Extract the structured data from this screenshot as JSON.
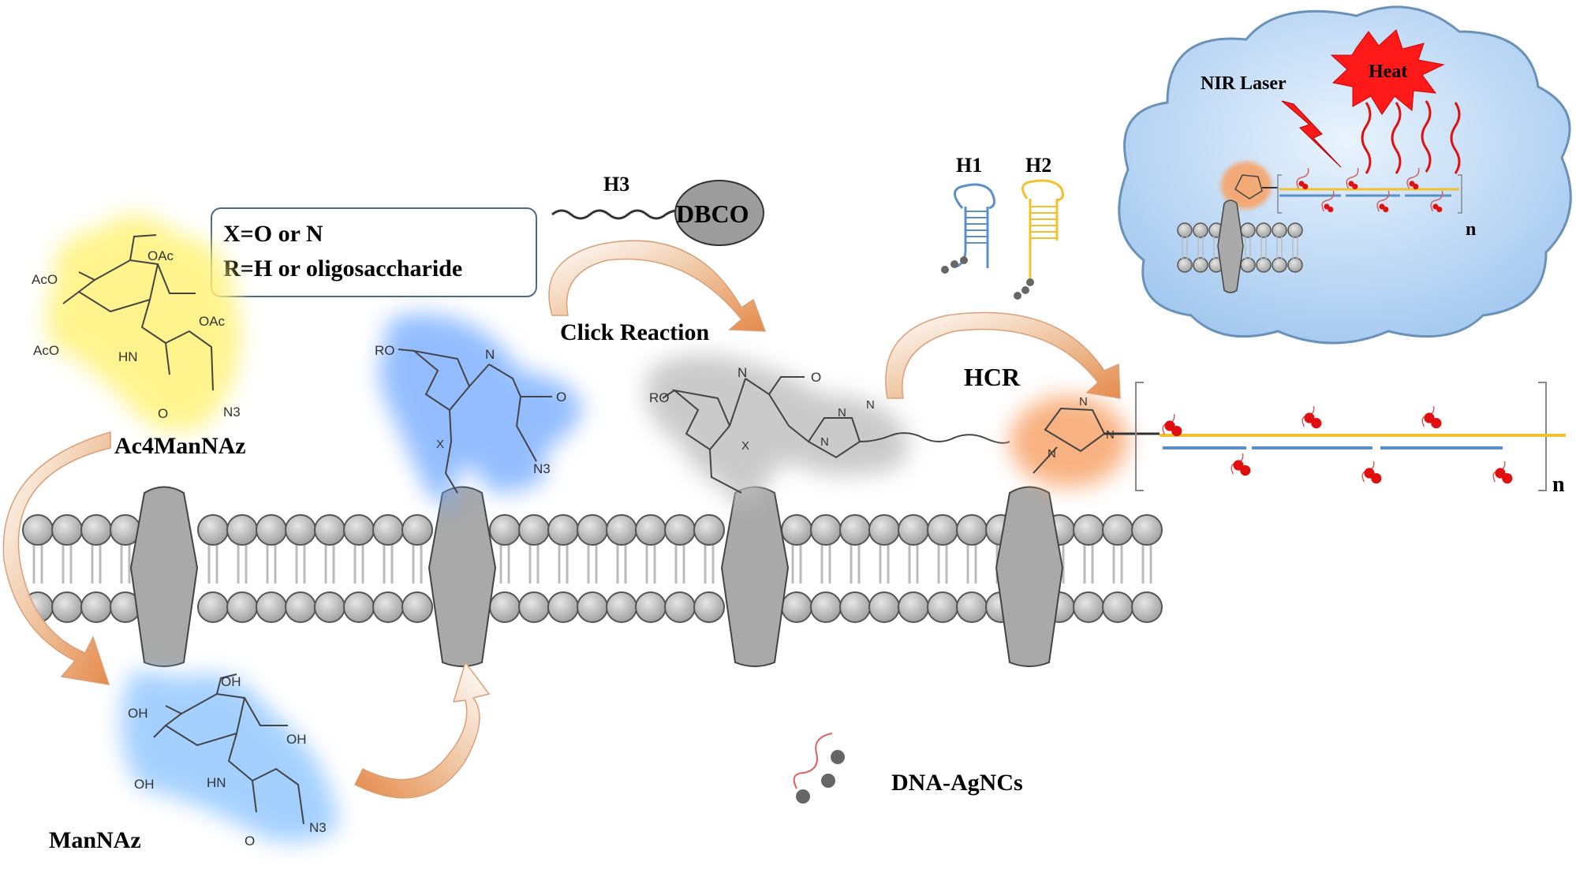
{
  "labels": {
    "x_def": "X=O or N",
    "r_def": "R=H or oligosaccharide",
    "h3": "H3",
    "dbco": "DBCO",
    "click_reaction": "Click Reaction",
    "h1": "H1",
    "h2": "H2",
    "hcr": "HCR",
    "n_main": "n",
    "n_cloud": "n",
    "nir_laser": "NIR Laser",
    "heat": "Heat",
    "ac4mannaz": "Ac4ManNAz",
    "mannaz": "ManNAz",
    "dna_agncs": "DNA-AgNCs"
  },
  "chem": {
    "oac_top": "OAc",
    "aco_left": "AcO",
    "oac_right": "OAc",
    "aco_bottom": "AcO",
    "nh_ac4": "HN",
    "o_ac4": "O",
    "n3_ac4": "N3",
    "oh_top": "OH",
    "oh_left": "OH",
    "oh_right": "OH",
    "oh_bottom": "OH",
    "nh_man": "HN",
    "o_man": "O",
    "n3_man": "N3",
    "ro_blue": "RO",
    "nh_blue": "N",
    "o_blue": "O",
    "x_blue": "X",
    "n3_blue": "N3",
    "ro_grey": "RO",
    "nh_grey": "N",
    "o_grey": "O",
    "x_grey": "X",
    "n_tri1": "N",
    "n_tri2": "N",
    "n_tri3": "N",
    "n_orange1": "N",
    "n_orange2": "N",
    "n_orange3": "N"
  },
  "colors": {
    "membrane": "#c0c0c0",
    "protein": "#a9a9a9",
    "yellow_glow": "#fff27a",
    "blue_glow": "#6fa8ff",
    "light_blue_glow": "#8ec5ff",
    "grey_glow": "#bdbdbd",
    "orange_glow": "#f7a46a",
    "strand_yellow": "#f2c12e",
    "strand_blue": "#5b8fc9",
    "cluster_red": "#e01010",
    "cloud": "#bcd8f5"
  }
}
